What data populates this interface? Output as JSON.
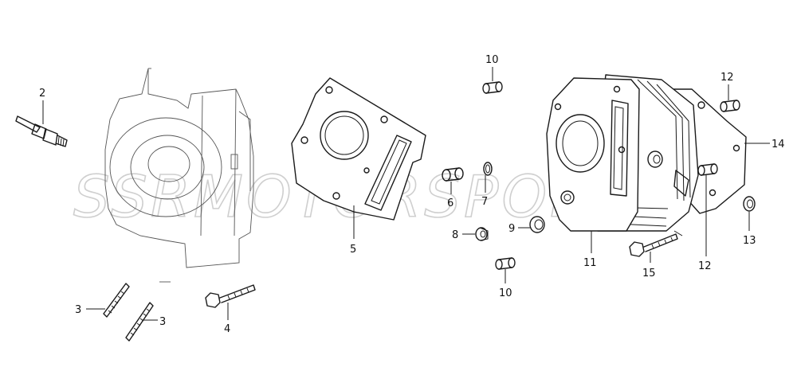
{
  "watermark": "SSRMOTORSPORTS",
  "callouts": {
    "c2": "2",
    "c3a": "3",
    "c3b": "3",
    "c4": "4",
    "c5": "5",
    "c6": "6",
    "c7": "7",
    "c8": "8",
    "c9": "9",
    "c10a": "10",
    "c10b": "10",
    "c11": "11",
    "c12a": "12",
    "c12b": "12",
    "c13": "13",
    "c14": "14",
    "c15": "15"
  },
  "icons": {
    "spark_plug": "spark-plug-icon",
    "stud": "stud-bolt-icon",
    "bolt": "hex-bolt-icon",
    "gasket": "cylinder-gasket-icon",
    "cylinder": "cylinder-block-icon",
    "crankcase": "crankcase-icon",
    "dowel": "dowel-pin-icon",
    "seal": "o-ring-icon"
  }
}
